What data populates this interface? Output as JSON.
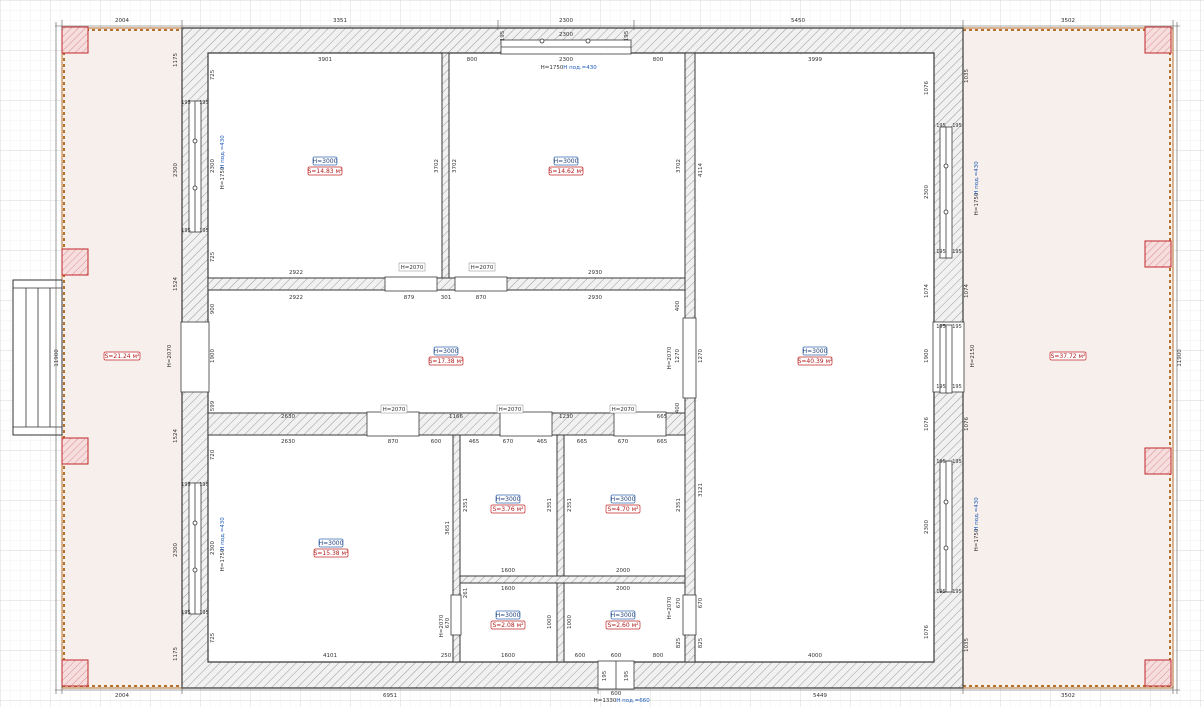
{
  "colors": {
    "grid_minor": "#e6e6e6",
    "grid_major": "#d6d6d6",
    "wall_line": "#3a3a3a",
    "wall_hatch": "#9a9a9a",
    "terrace_fill": "#f7efec",
    "terrace_rail": "#b5722f",
    "column_fill": "#f2d6d6",
    "column_stroke": "#c0262a",
    "height_tag_stroke": "#3b6fb5",
    "height_tag_text": "#1f3f7a",
    "area_tag_stroke": "#c42a2a",
    "area_tag_text": "#b11c1c",
    "dim_text": "#333333",
    "window_sill_text": "#1e5bb8"
  },
  "outer_dims": {
    "top": [
      "2004",
      "3351",
      "2300",
      "5450",
      "3502"
    ],
    "bottom": [
      "2004",
      "6951",
      "5449",
      "3502"
    ],
    "left_side": "11900",
    "right_side": "11900"
  },
  "rooms": [
    {
      "id": "room-nw",
      "height": "H=3000",
      "area": "S=14.83 м²"
    },
    {
      "id": "room-n",
      "height": "H=3000",
      "area": "S=14.62 м²"
    },
    {
      "id": "room-hall",
      "height": "H=3000",
      "area": "S=17.38 м²"
    },
    {
      "id": "room-east",
      "height": "H=3000",
      "area": "S=40.39 м²"
    },
    {
      "id": "room-sw",
      "height": "H=3000",
      "area": "S=15.38 м²"
    },
    {
      "id": "room-mid1",
      "height": "H=3000",
      "area": "S=3.76 м²"
    },
    {
      "id": "room-mid2",
      "height": "H=3000",
      "area": "S=4.70 м²"
    },
    {
      "id": "room-small1",
      "height": "H=3000",
      "area": "S=2.08 м²"
    },
    {
      "id": "room-small2",
      "height": "H=3000",
      "area": "S=2.60 м²"
    }
  ],
  "terraces": [
    {
      "id": "terrace-west",
      "area": "S=21.24 м²"
    },
    {
      "id": "terrace-east",
      "area": "S=37.72 м²"
    }
  ],
  "doors": [
    "H=2070",
    "H=2070",
    "H=2070",
    "H=2070",
    "H=2070",
    "H=2070",
    "H=2070",
    "H=2070",
    "H=2070"
  ],
  "windows": {
    "top": {
      "height": "H=1750",
      "sill": "H под.=430",
      "width": "2300",
      "jamb": "195"
    },
    "bottom": {
      "height": "H=1330",
      "sill": "H под.=660",
      "width": "600",
      "jamb": "195"
    },
    "left_upper": {
      "height": "H=1750",
      "sill": "H под.=430",
      "width": "2300"
    },
    "left_lower": {
      "height": "H=1750",
      "sill": "H под.=430",
      "width": "2300"
    },
    "right_upper": {
      "height": "H=1750",
      "sill": "H под.=430",
      "width": "2300"
    },
    "right_lower": {
      "height": "H=1750",
      "sill": "H под.=430",
      "width": "2300"
    }
  },
  "inner_dims": {
    "nw_top": "3901",
    "n_top": "2300",
    "n_side_a": "800",
    "n_side_b": "800",
    "east_top": "3999",
    "nw_bottom": "2922",
    "n_bottom": "2930",
    "hall_top_a": "2922",
    "hall_top_b": "879",
    "hall_top_c": "301",
    "hall_top_d": "870",
    "hall_top_e": "2930",
    "hall_bottom_a": "2630",
    "hall_bottom_b": "1166",
    "hall_bottom_c": "1230",
    "hall_bottom_d": "665",
    "sw_top_a": "2630",
    "sw_top_b": "870",
    "sw_top_c": "600",
    "mid1_a": "465",
    "mid1_b": "670",
    "mid1_c": "465",
    "mid2_a": "665",
    "mid2_b": "670",
    "mid2_c": "665",
    "mid1_bottom": "1600",
    "mid2_bottom": "2000",
    "small1_top": "1600",
    "small2_top": "2000",
    "small1_bottom": "1600",
    "small2_bottom_a": "600",
    "small2_bottom_b": "600",
    "small2_bottom_c": "800",
    "sw_bottom": "4101",
    "sw_bottom_b": "250",
    "east_bottom": "4000",
    "bottom_window_jamb_a": "195",
    "bottom_window_jamb_b": "195",
    "nw_side_a": "725",
    "nw_side_b": "2300",
    "nw_side_c": "725",
    "nw_h": "3702",
    "n_h": "3702",
    "hall_h_a": "900",
    "hall_h_b": "1900",
    "hall_h_c": "599",
    "hall_right_a": "400",
    "hall_right_b": "1270",
    "hall_right_c": "400",
    "sw_side_a": "720",
    "sw_side_b": "2300",
    "sw_side_c": "725",
    "sw_h": "3651",
    "mid1_h": "2351",
    "mid2_h": "2351",
    "mid2_right": "2351",
    "small_h_a": "1000",
    "small_h_b": "1000",
    "east_h": "4114",
    "east_h2": "3121",
    "east_h3": "1270",
    "east_door_a": "670",
    "east_door_b": "825",
    "small_left": "670",
    "small_left_b": "261",
    "small2_left": "670",
    "small2_jamb": "825",
    "left_wall_a": "1175",
    "left_wall_b": "2300",
    "left_wall_c": "1524",
    "left_wall_d": "1900",
    "left_wall_e": "1524",
    "left_wall_f": "2300",
    "left_wall_g": "1175",
    "right_wall_a": "1076",
    "right_wall_b": "2300",
    "right_wall_c": "1074",
    "right_wall_d": "1900",
    "right_wall_e": "1076",
    "right_wall_f": "2300",
    "right_wall_g": "1076",
    "right_outer_a": "1035",
    "right_outer_b": "1074",
    "right_outer_c": "1076",
    "right_outer_d": "1035",
    "left_outer_a": "1175",
    "left_outer_g": "1175",
    "win_jamb": "195",
    "door_w_left": "H=2070",
    "door_w_right": "H=2150"
  }
}
